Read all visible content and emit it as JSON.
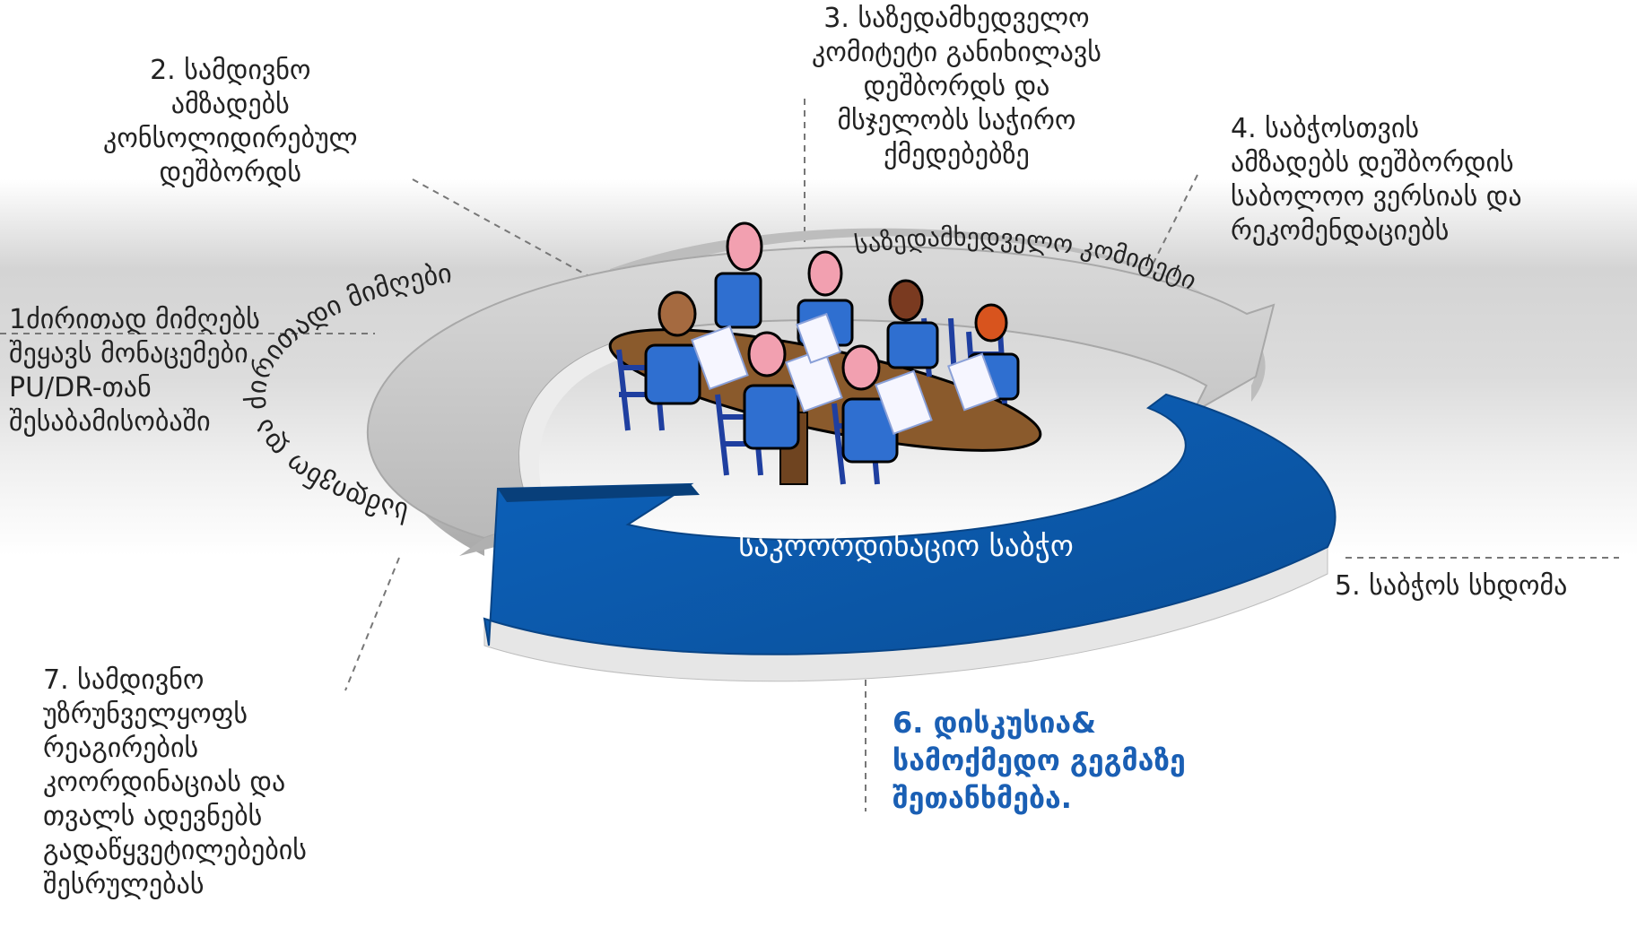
{
  "colors": {
    "ring_gray": "#c6c6c6",
    "ring_gray_side": "#9a9a9a",
    "ring_blue": "#0a59ad",
    "ring_blue_side": "#083f7a",
    "highlight_text": "#1a5fb4",
    "table_wood": "#8a5a2c",
    "chair_blue": "#1f3fa0"
  },
  "ring_labels": {
    "left_arc": "სამდივნო და ძირითადი მიმღები",
    "top_arc": "საზედამხედველო კომიტეტი",
    "bottom_arc": "საკოორდინაციო საბჭო"
  },
  "steps": [
    {
      "id": "step-1",
      "lines": [
        "1ძირითად მიმღებს",
        "შეყავს მონაცემები",
        "PU/DR-თან",
        "შესაბამისობაში"
      ]
    },
    {
      "id": "step-2",
      "lines": [
        "2. სამდივნო",
        "ამზადებს",
        "კონსოლიდირებულ",
        "დეშბორდს"
      ]
    },
    {
      "id": "step-3",
      "lines": [
        "3. საზედამხედველო",
        "კომიტეტი განიხილავს",
        "დეშბორდს და",
        "მსჯელობს საჭირო",
        "ქმედებებზე"
      ]
    },
    {
      "id": "step-4",
      "lines": [
        "4. საბჭოსთვის",
        "ამზადებს დეშბორდის",
        "საბოლოო ვერსიას და",
        "რეკომენდაციებს"
      ]
    },
    {
      "id": "step-5",
      "lines": [
        "5. საბჭოს სხდომა"
      ]
    },
    {
      "id": "step-6",
      "lines": [
        "6. დისკუსია&",
        "სამოქმედო გეგმაზე",
        "შეთანხმება."
      ]
    },
    {
      "id": "step-7",
      "lines": [
        "7. სამდივნო",
        "უზრუნველყოფს",
        "რეაგირების",
        "კოორდინაციას და",
        "თვალს ადევნებს",
        "გადაწყვეტილებების",
        "შესრულებას"
      ]
    }
  ]
}
